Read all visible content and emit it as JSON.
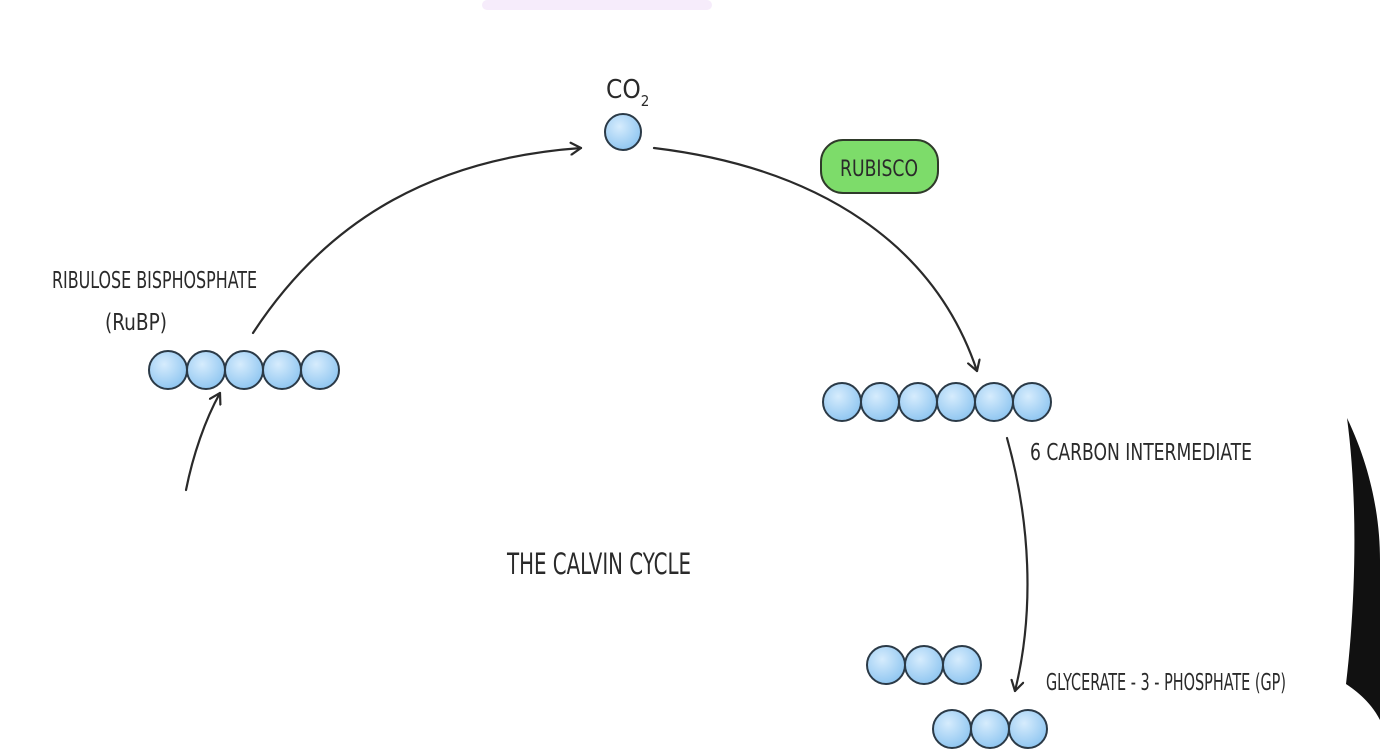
{
  "diagram": {
    "title": "THE CALVIN CYCLE",
    "co2_label": "CO",
    "co2_subscript": "2",
    "enzyme_label": "RUBISCO",
    "rubp_label_line1": "RIBULOSE BISPHOSPHATE",
    "rubp_label_line2": "(RuBP)",
    "intermediate_label": "6 CARBON INTERMEDIATE",
    "gp_label": "GLYCERATE - 3 - PHOSPHATE (GP)",
    "molecules": {
      "co2_carbons": 1,
      "rubp_carbons": 5,
      "intermediate_carbons": 6,
      "gp_molecule_count": 2,
      "gp_carbons_each": 3
    }
  },
  "colors": {
    "carbon_fill": "#a9d4f5",
    "carbon_stroke": "#2b3a47",
    "enzyme_fill": "#7ddc6a",
    "enzyme_stroke": "#2f3a2a",
    "arrow": "#2a2a2a",
    "decor_top": "#f6ecfb",
    "decor_right": "#111111"
  }
}
